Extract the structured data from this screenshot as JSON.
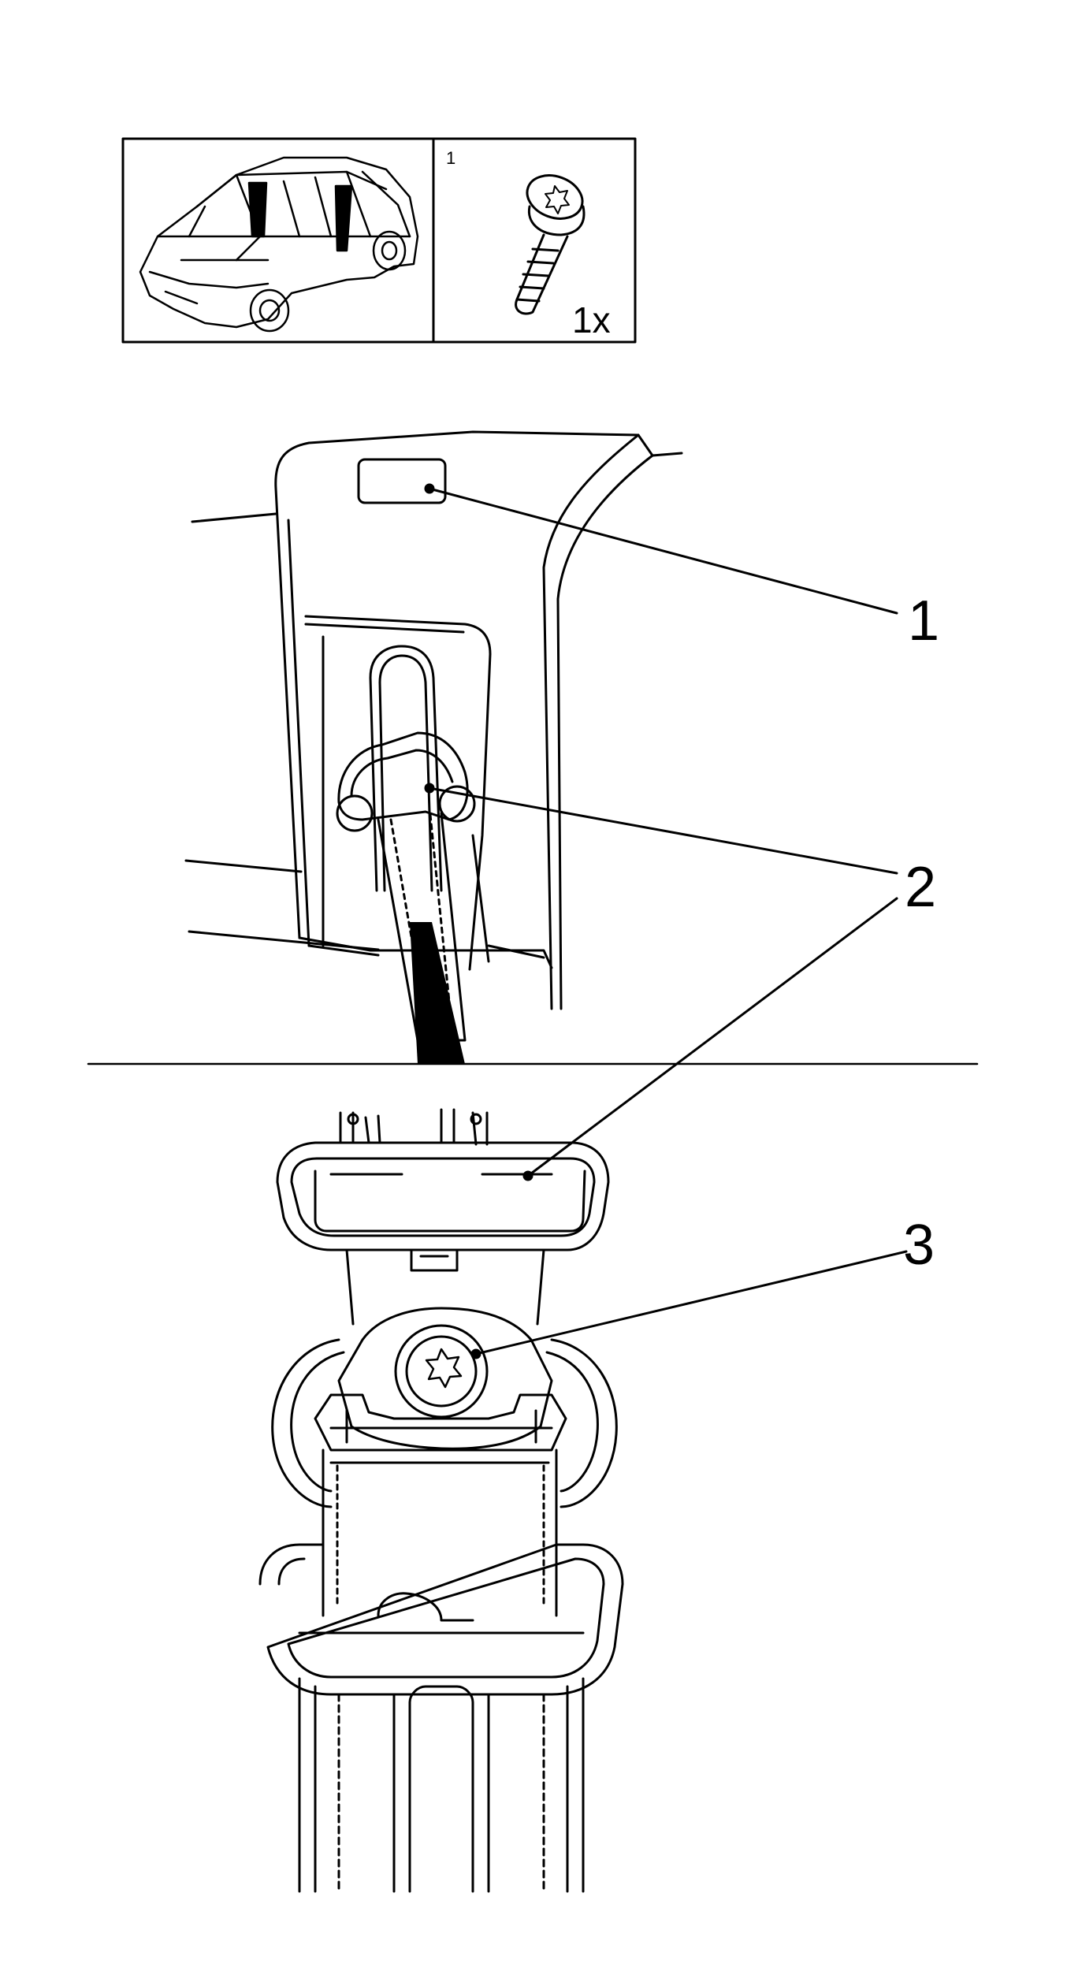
{
  "parts_box": {
    "part_index": "1",
    "quantity": "1x"
  },
  "callouts": {
    "c1": "1",
    "c2": "2",
    "c3": "3"
  },
  "colors": {
    "line": "#000000",
    "background": "#ffffff"
  },
  "icons": {
    "vehicle": "vehicle-overview-icon",
    "bolt": "torx-bolt-icon"
  }
}
